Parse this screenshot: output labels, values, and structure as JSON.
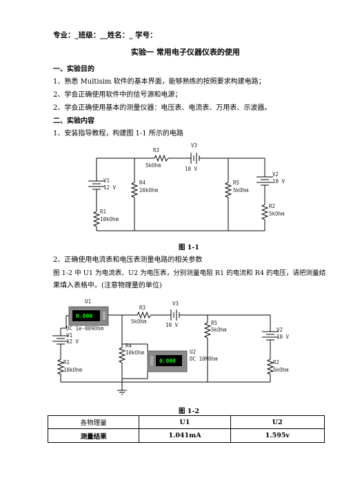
{
  "header": {
    "info_line": "专业：_班级：__姓名：_ 学号："
  },
  "title": "实验一 常用电子仪器仪表的使用",
  "sections": {
    "purpose": {
      "heading": "一、实验目的",
      "items": [
        "1、熟悉 Multisim 软件的基本界面，能够熟练的按照要求构建电路；",
        "2、学会正确使用软件中的信号源和电源；",
        "2、学会正确使用基本的测量仪器：电压表、电流表、万用表、示波器。"
      ]
    },
    "content": {
      "heading": "二、实验内容",
      "step1": "1、安装指导教程，构建图 1-1 所示的电路",
      "step2_line1": "2、正确使用电流表和电压表测量电路的相关参数",
      "step2_line2": "图 1-2 中 U1 为电流表、U2 为电压表，分别测量电阻 R1 的电流和 R4 的电压，请把测量结",
      "step2_line3": "果填入表格中。(注意物理量的单位)"
    }
  },
  "figure1": {
    "caption": "图 1-1",
    "labels": {
      "r3": "R3",
      "r3_val": "5kOhm",
      "v3": "V3",
      "v3_val": "10 V",
      "v1": "V1",
      "v1_val": "12 V",
      "r4": "R4",
      "r4_val": "10kOhm",
      "r5": "R5",
      "r5_val": "5kOhm",
      "v2": "V2",
      "v2_val": "10 V",
      "r1": "R1",
      "r1_val": "10kOhm",
      "r2": "R2",
      "r2_val": "5kOhm"
    }
  },
  "figure2": {
    "caption": "图 1-2",
    "labels": {
      "u1": "U1",
      "u1_reading": "0.000",
      "u1_mode": "DC  1e-009Ohm",
      "r3": "R3",
      "r3_val": "5kOhm",
      "v3": "V3",
      "v3_val": "10 V",
      "v1": "V1",
      "v1_val": "12 V",
      "r4": "R4",
      "r4_val": "10kOhm",
      "u2": "U2",
      "u2_reading": "0.000",
      "u2_mode": "DC  10MOhm",
      "r5": "R5",
      "r5_val": "5kOhm",
      "v2": "V2",
      "v2_val": "10 V",
      "r1": "R1",
      "r1_val": "10kOhm",
      "r2": "R2",
      "r2_val": "5kOhm"
    }
  },
  "results_table": {
    "headers": [
      "各物理量",
      "U1",
      "U2"
    ],
    "row": [
      "测量结果",
      "1.041mA",
      "1.595v"
    ]
  },
  "colors": {
    "meter_green": "#00ff00",
    "meter_bg": "#000000",
    "meter_frame": "#8a8a8a"
  }
}
